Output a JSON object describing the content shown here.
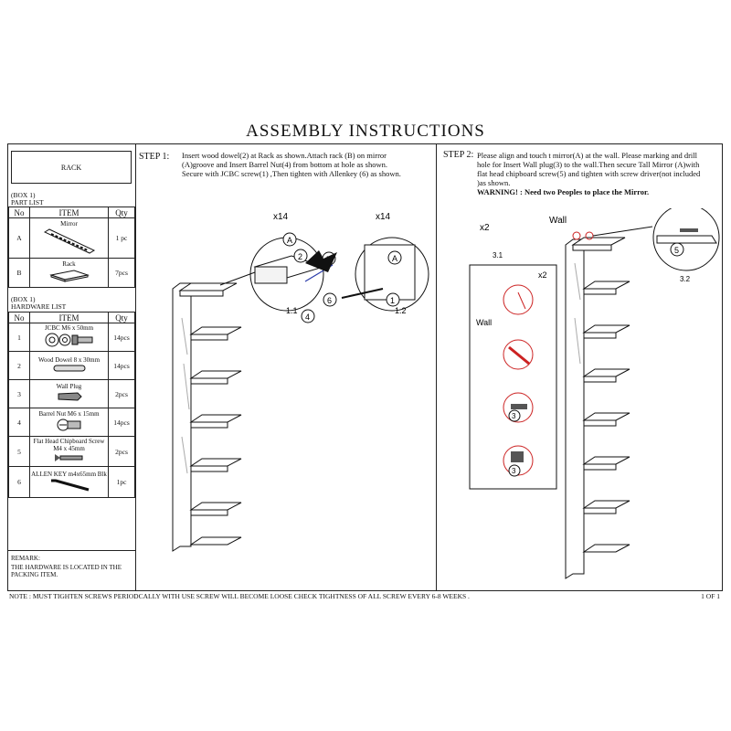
{
  "title": "ASSEMBLY INSTRUCTIONS",
  "left_panel": {
    "rack_label": "RACK",
    "box1_part": "(BOX 1)",
    "part_list": "PART LIST",
    "headers": [
      "No",
      "ITEM",
      "Qty"
    ],
    "parts": [
      {
        "no": "A",
        "item": "Mirror",
        "qty": "1 pc"
      },
      {
        "no": "B",
        "item": "Rack",
        "qty": "7pcs"
      }
    ],
    "box1_hw": "(BOX 1)",
    "hardware_list": "HARDWARE LIST",
    "hardware": [
      {
        "no": "1",
        "item": "JCBC M6 x 50mm",
        "qty": "14pcs"
      },
      {
        "no": "2",
        "item": "Wood Dowel 8 x 30mm",
        "qty": "14pcs"
      },
      {
        "no": "3",
        "item": "Wall Plug",
        "qty": "2pcs"
      },
      {
        "no": "4",
        "item": "Barrel Nut M6 x 15mm",
        "qty": "14pcs"
      },
      {
        "no": "5",
        "item": "Flat Head Chipboard Screw M4 x 45mm",
        "qty": "2pcs"
      },
      {
        "no": "6",
        "item": "ALLEN KEY m4x65mm Blk",
        "qty": "1pc"
      }
    ],
    "remark_title": "REMARK:",
    "remark_text": "THE HARDWARE IS LOCATED IN THE PACKING ITEM."
  },
  "step1": {
    "label": "STEP 1:",
    "lines": [
      "Insert wood dowel(2) at Rack as shown.Attach rack (B) on mirror",
      "(A)groove and Insert Barrel Nut(4) from bottom at hole as shown.",
      "Secure with  JCBC screw(1) ,Then tighten with Allenkey (6) as shown."
    ],
    "x14_a": "x14",
    "x14_b": "x14",
    "detail_a": "1.1",
    "detail_b": "1.2",
    "callouts": [
      "A",
      "2",
      "B",
      "6",
      "4",
      "A",
      "1"
    ]
  },
  "step2": {
    "label": "STEP 2:",
    "lines": [
      "Please align and touch t mirror(A) at the wall. Please marking and drill",
      "hole for Insert Wall plug(3) to the wall.Then secure Tall Mirror (A)with",
      "flat head chipboard screw(5) and tighten with screw driver(not included",
      ")as shown."
    ],
    "warning": "WARNING! : Need two Peoples to place the Mirror.",
    "x2_a": "x2",
    "x2_b": "x2",
    "wall_a": "Wall",
    "wall_b": "Wall",
    "detail_a": "3.1",
    "detail_b": "3.2",
    "callouts": [
      "3",
      "3",
      "5"
    ]
  },
  "footer": {
    "note": "NOTE : MUST TIGHTEN SCREWS PERIODCALLY WITH USE SCREW WILL BECOME LOOSE CHECK TIGHTNESS OF ALL SCREW EVERY 6-8 WEEKS .",
    "page": "1 OF 1"
  }
}
